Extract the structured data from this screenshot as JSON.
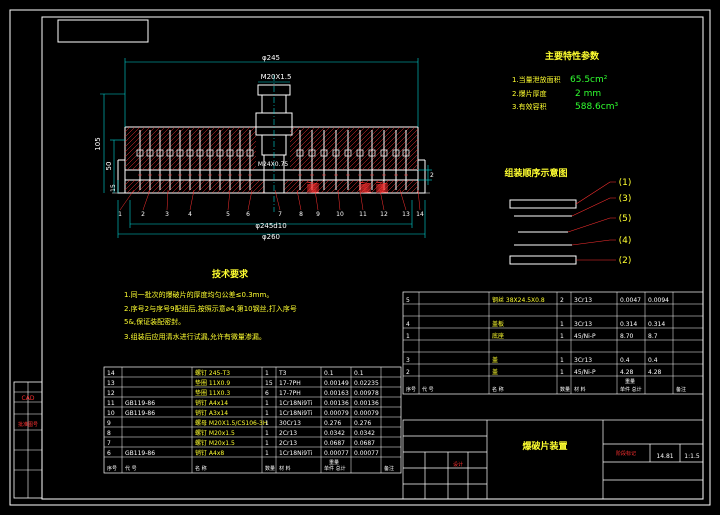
{
  "colors": {
    "background": "#000000",
    "frame": "#ffffff",
    "part": "#ffffff",
    "dimension": "#00d7d7",
    "leader": "#ff3030",
    "hatch": "#ff3030",
    "note_text": "#ffff30",
    "green": "#30ff30",
    "magenta": "#ff40ff"
  },
  "dimensions": {
    "overall_width": "φ245",
    "thread": "M20X1.5",
    "height": "105",
    "height_small": "50",
    "height_tiny": "15",
    "right_small": "2",
    "thread2": "M24X0.75",
    "fit_diameter": "φ245d10",
    "base_diameter": "φ260"
  },
  "balloons": [
    "1",
    "2",
    "3",
    "4",
    "5",
    "6",
    "7",
    "8",
    "9",
    "10",
    "11",
    "12",
    "13",
    "14"
  ],
  "specs": {
    "title": "主要特性参数",
    "items": [
      {
        "label": "1.当量泄放面积",
        "value": "65.5cm²"
      },
      {
        "label": "2.爆片厚度",
        "value": "2 mm"
      },
      {
        "label": "3.有效容积",
        "value": "588.6cm³"
      }
    ]
  },
  "assembly": {
    "title": "组装顺序示意图",
    "labels": [
      "(1)",
      "(3)",
      "(5)",
      "(4)",
      "(2)"
    ]
  },
  "tech": {
    "title": "技术要求",
    "items": [
      "1.同一批次的爆破片的厚度均匀公差≤0.3mm。",
      "2.序号2与序号9配组后,按照示意⌀4,第10钢丝,打入序号",
      "  5&,保证装配密封。",
      "3.组装后应用清水进行试漏,允许有微量渗漏。"
    ]
  },
  "left_strip": {
    "label1": "CAD",
    "label2": "批准图号"
  },
  "bom_left": {
    "rows": [
      {
        "no": "14",
        "code": "",
        "name": "螺钉 245-T3",
        "qty": "1",
        "mat": "T3",
        "w1": "0.1",
        "w2": "0.1"
      },
      {
        "no": "13",
        "code": "",
        "name": "垫圈 11X0.9",
        "qty": "15",
        "mat": "17-7PH",
        "w1": "0.00149",
        "w2": "0.02235"
      },
      {
        "no": "12",
        "code": "",
        "name": "垫圈 11X0.3",
        "qty": "6",
        "mat": "17-7PH",
        "w1": "0.00163",
        "w2": "0.00978"
      },
      {
        "no": "11",
        "code": "GB119-86",
        "name": "销钉 A4x14",
        "qty": "1",
        "mat": "1Cr18Ni9Ti",
        "w1": "0.00136",
        "w2": "0.00136"
      },
      {
        "no": "10",
        "code": "GB119-86",
        "name": "销钉 A3x14",
        "qty": "1",
        "mat": "1Cr18Ni9Ti",
        "w1": "0.00079",
        "w2": "0.00079"
      },
      {
        "no": "9",
        "code": "",
        "name": "螺母 M20X1.5/CS106-3H",
        "qty": "1",
        "mat": "30Cr13",
        "w1": "0.276",
        "w2": "0.276"
      },
      {
        "no": "8",
        "code": "",
        "name": "螺钉 M20x1.5",
        "qty": "1",
        "mat": "2Cr13",
        "w1": "0.0342",
        "w2": "0.0342"
      },
      {
        "no": "7",
        "code": "",
        "name": "螺钉 M20x1.5",
        "qty": "1",
        "mat": "2Cr13",
        "w1": "0.0687",
        "w2": "0.0687"
      },
      {
        "no": "6",
        "code": "GB119-86",
        "name": "销钉 A4x8",
        "qty": "1",
        "mat": "1Cr18Ni9Ti",
        "w1": "0.00077",
        "w2": "0.00077"
      }
    ],
    "header": {
      "no": "序号",
      "code": "代 号",
      "name": "名 称",
      "qty": "数量",
      "mat": "材 料",
      "w": "单件 总计",
      "w_sub": "重量",
      "remark": "备注"
    }
  },
  "bom_right": {
    "rows": [
      {
        "no": "5",
        "code": "",
        "name": "钢丝 38X24.5X0.8",
        "qty": "2",
        "mat": "3Cr13",
        "w1": "0.0047",
        "w2": "0.0094"
      },
      {
        "no": "",
        "code": "",
        "name": "",
        "qty": "",
        "mat": "",
        "w1": "",
        "w2": ""
      },
      {
        "no": "4",
        "code": "",
        "name": "盖板",
        "qty": "1",
        "mat": "3Cr13",
        "w1": "0.314",
        "w2": "0.314"
      },
      {
        "no": "1",
        "code": "",
        "name": "底座",
        "qty": "1",
        "mat": "45/Ni-P",
        "w1": "8.70",
        "w2": "8.7"
      },
      {
        "no": "",
        "code": "",
        "name": "",
        "qty": "",
        "mat": "",
        "w1": "",
        "w2": ""
      },
      {
        "no": "3",
        "code": "",
        "name": "盖",
        "qty": "1",
        "mat": "3Cr13",
        "w1": "0.4",
        "w2": "0.4"
      },
      {
        "no": "2",
        "code": "",
        "name": "盖",
        "qty": "1",
        "mat": "45/Ni-P",
        "w1": "4.28",
        "w2": "4.28"
      }
    ],
    "header": {
      "no": "序号",
      "code": "代 号",
      "name": "名 称",
      "qty": "数量",
      "mat": "材 料",
      "w": "单件 总计",
      "w_sub": "重量",
      "remark": "备注"
    }
  },
  "title_block": {
    "title": "爆破片装置",
    "mass": "14.81",
    "scale": "1:1.5",
    "note_red": "阶段标记",
    "signature_red": "设计"
  }
}
